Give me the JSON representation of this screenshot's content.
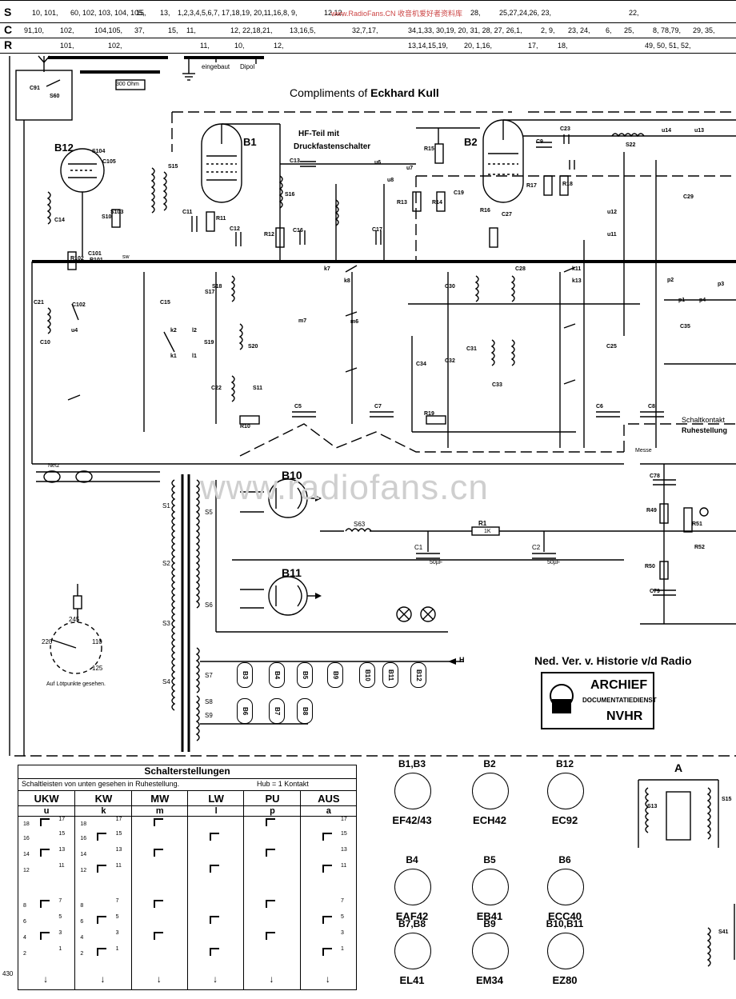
{
  "header": {
    "rows": [
      {
        "label": "S",
        "cells": [
          "10, 101,",
          "60, 102, 103, 104, 105,",
          "15,",
          "13,",
          "1,2,3,4,5,6,7, 17,18,19, 20,11,16,8, 9,",
          "12,12,",
          "28,",
          "25,27,24,26, 23,",
          "22,"
        ]
      },
      {
        "label": "C",
        "cells": [
          "91,10,",
          "102,",
          "104,105,",
          "37,",
          "15,",
          "11,",
          "12, 22,18,21,",
          "13,16,5,",
          "32,7,17,",
          "34,1,33, 30,19, 20, 31, 28, 27, 26,1,",
          "2, 9,",
          "23, 24,",
          "6,",
          "25,",
          "8, 78,79,",
          "29, 35,"
        ]
      },
      {
        "label": "R",
        "cells": [
          "101,",
          "102,",
          "11,",
          "10,",
          "12,",
          "13,14,15,19,",
          "20, 1,16,",
          "17,",
          "18,",
          "49, 50, 51, 52,"
        ]
      }
    ]
  },
  "watermark_top": "www.RadioFans.CN 收音机爱好者资料库",
  "title": {
    "prefix": "Compliments of",
    "name": "Eckhard Kull"
  },
  "hf_section": {
    "line1": "HF-Teil mit",
    "line2": "Druckfastenschalter"
  },
  "antenna": {
    "left": "eingebaut",
    "right": "Dipol",
    "ohm": "300 Ohm"
  },
  "labels": {
    "schaltkontakte": "Schaltkontakt",
    "ruhestellung": "Ruhestellung",
    "messe": "Messe",
    "netz": "Netz",
    "loetpunkte": "Auf Lötpunkte gesehen.",
    "h_label": "H",
    "sw": "sw",
    "section_a": "A"
  },
  "tubes_main": [
    "B12",
    "B1",
    "B2",
    "B10",
    "B11"
  ],
  "voltage_selector": [
    "245",
    "220",
    "110",
    "125"
  ],
  "filament_tubes_row1": [
    "B3",
    "B4",
    "B5",
    "B9",
    "B10",
    "B11",
    "B12"
  ],
  "filament_tubes_row2": [
    "B6",
    "B7",
    "B8"
  ],
  "transformer_windings": [
    "S1",
    "S2",
    "S3",
    "S4",
    "S5",
    "S6",
    "S7",
    "S8",
    "S9"
  ],
  "power_parts": [
    {
      "name": "S63"
    },
    {
      "name": "R1",
      "value": "1K"
    },
    {
      "name": "C1",
      "value": "50µF"
    },
    {
      "name": "C2",
      "value": "50µF"
    }
  ],
  "stamp": {
    "heading": "Ned. Ver. v. Historie v/d Radio",
    "line1": "ARCHIEF",
    "line2": "DOCUMENTATIEDIENST",
    "line3": "NVHR"
  },
  "switch_table": {
    "title": "Schalterstellungen",
    "subtitle": "Schaltleisten von unten gesehen in Ruhestellung.",
    "hub": "Hub = 1 Kontakt",
    "columns": [
      {
        "name": "UKW",
        "letter": "u"
      },
      {
        "name": "KW",
        "letter": "k"
      },
      {
        "name": "MW",
        "letter": "m"
      },
      {
        "name": "LW",
        "letter": "l"
      },
      {
        "name": "PU",
        "letter": "p"
      },
      {
        "name": "AUS",
        "letter": "a"
      }
    ],
    "contact_numbers_left": [
      "18",
      "16",
      "14",
      "12",
      "8",
      "6",
      "4",
      "2"
    ],
    "contact_numbers_right": [
      "17",
      "15",
      "13",
      "11",
      "7",
      "5",
      "3",
      "1"
    ]
  },
  "tube_bases": [
    {
      "top": "B1,B3",
      "bottom": "EF42/43"
    },
    {
      "top": "B2",
      "bottom": "ECH42"
    },
    {
      "top": "B12",
      "bottom": "EC92"
    },
    {
      "top": "B4",
      "bottom": "EAF42"
    },
    {
      "top": "B5",
      "bottom": "EB41"
    },
    {
      "top": "B6",
      "bottom": "ECC40"
    },
    {
      "top": "B7,B8",
      "bottom": "EL41"
    },
    {
      "top": "B9",
      "bottom": "EM34"
    },
    {
      "top": "B10,B11",
      "bottom": "EZ80"
    }
  ],
  "component_labels": [
    "C91",
    "S60",
    "S104",
    "C105",
    "S15",
    "C11",
    "R11",
    "C12",
    "C13",
    "S16",
    "R12",
    "C16",
    "C17",
    "u6",
    "u7",
    "u8",
    "R15",
    "R13",
    "R14",
    "C19",
    "C27",
    "R16",
    "R17",
    "R18",
    "C9",
    "C23",
    "S22",
    "u14",
    "u13",
    "u12",
    "u11",
    "C29",
    "k7",
    "k8",
    "S17",
    "C15",
    "C30",
    "C28",
    "k11",
    "k13",
    "S18",
    "m7",
    "m6",
    "C22",
    "R10",
    "C5",
    "C7",
    "R19",
    "C8",
    "C6",
    "C31",
    "C34",
    "C32",
    "C33",
    "C25",
    "C78",
    "R49",
    "R51",
    "R52",
    "R50",
    "C79",
    "S41",
    "S13",
    "S15",
    "C35",
    "p1",
    "p2",
    "p3",
    "p4",
    "k1",
    "k2",
    "l1",
    "l2",
    "S19",
    "S20",
    "S11",
    "C21",
    "C10",
    "S10",
    "C14",
    "S103",
    "R102",
    "R101",
    "C101",
    "C102",
    "u4",
    "u5"
  ],
  "page_number": "430"
}
